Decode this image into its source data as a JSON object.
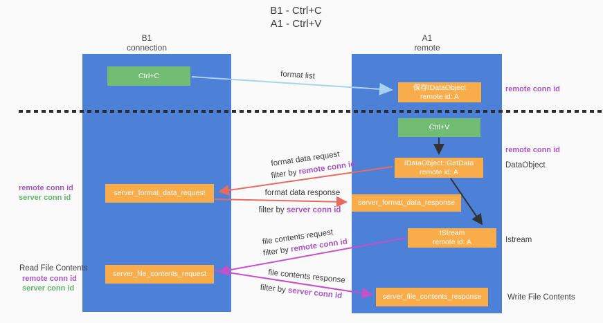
{
  "title": {
    "line1": "B1 - Ctrl+C",
    "line2": "A1 - Ctrl+V"
  },
  "lanes": {
    "left": {
      "name": "B1",
      "subtitle": "connection"
    },
    "right": {
      "name": "A1",
      "subtitle": "remote"
    }
  },
  "nodes": {
    "ctrl_c": {
      "label": "Ctrl+C"
    },
    "save_idataobject": {
      "line1": "保存IDataObject",
      "line2": "remote id: A"
    },
    "ctrl_v": {
      "label": "Ctrl+V"
    },
    "getdata": {
      "line1": "IDataObject::GetData",
      "line2": "remote id: A"
    },
    "server_format_data_request": {
      "label": "server_format_data_request"
    },
    "server_format_data_response": {
      "label": "server_format_data_response"
    },
    "istream": {
      "line1": "IStream",
      "line2": "remote id: A"
    },
    "server_file_contents_request": {
      "label": "server_file_contents_request"
    },
    "server_file_contents_response": {
      "label": "server_file_contents_response"
    }
  },
  "arrows": {
    "format_list": {
      "label": "format list"
    },
    "format_data_request": {
      "label": "format data request",
      "filter_prefix": "filter by ",
      "filter_key": "remote conn id"
    },
    "format_data_response": {
      "label": "format data response",
      "filter_prefix": "filter by ",
      "filter_key": "server conn id"
    },
    "file_contents_request": {
      "label": "file contents request",
      "filter_prefix": "filter by ",
      "filter_key": "remote conn id"
    },
    "file_contents_response": {
      "label": "file contents response",
      "filter_prefix": "filter by ",
      "filter_key": "server conn id"
    }
  },
  "annotations": {
    "right_top_conn_id": "remote conn id",
    "right_mid_conn_id": "remote conn id",
    "dataobject": "DataObject",
    "istream": "Istream",
    "write_file_contents": "Write File Contents",
    "left_format_remote": "remote conn id",
    "left_format_server": "server conn id",
    "read_file_contents": "Read File Contents",
    "left_file_remote": "remote conn id",
    "left_file_server": "server conn id"
  },
  "colors": {
    "lane_blue": "#4d80d7",
    "node_green": "#72bd74",
    "node_orange": "#f9ad4a",
    "arrow_red": "#ea6a5f",
    "arrow_magenta": "#c94fc9",
    "arrow_light_blue": "#a6d2f2",
    "text_purple": "#a855c7",
    "text_green": "#5fb567"
  }
}
